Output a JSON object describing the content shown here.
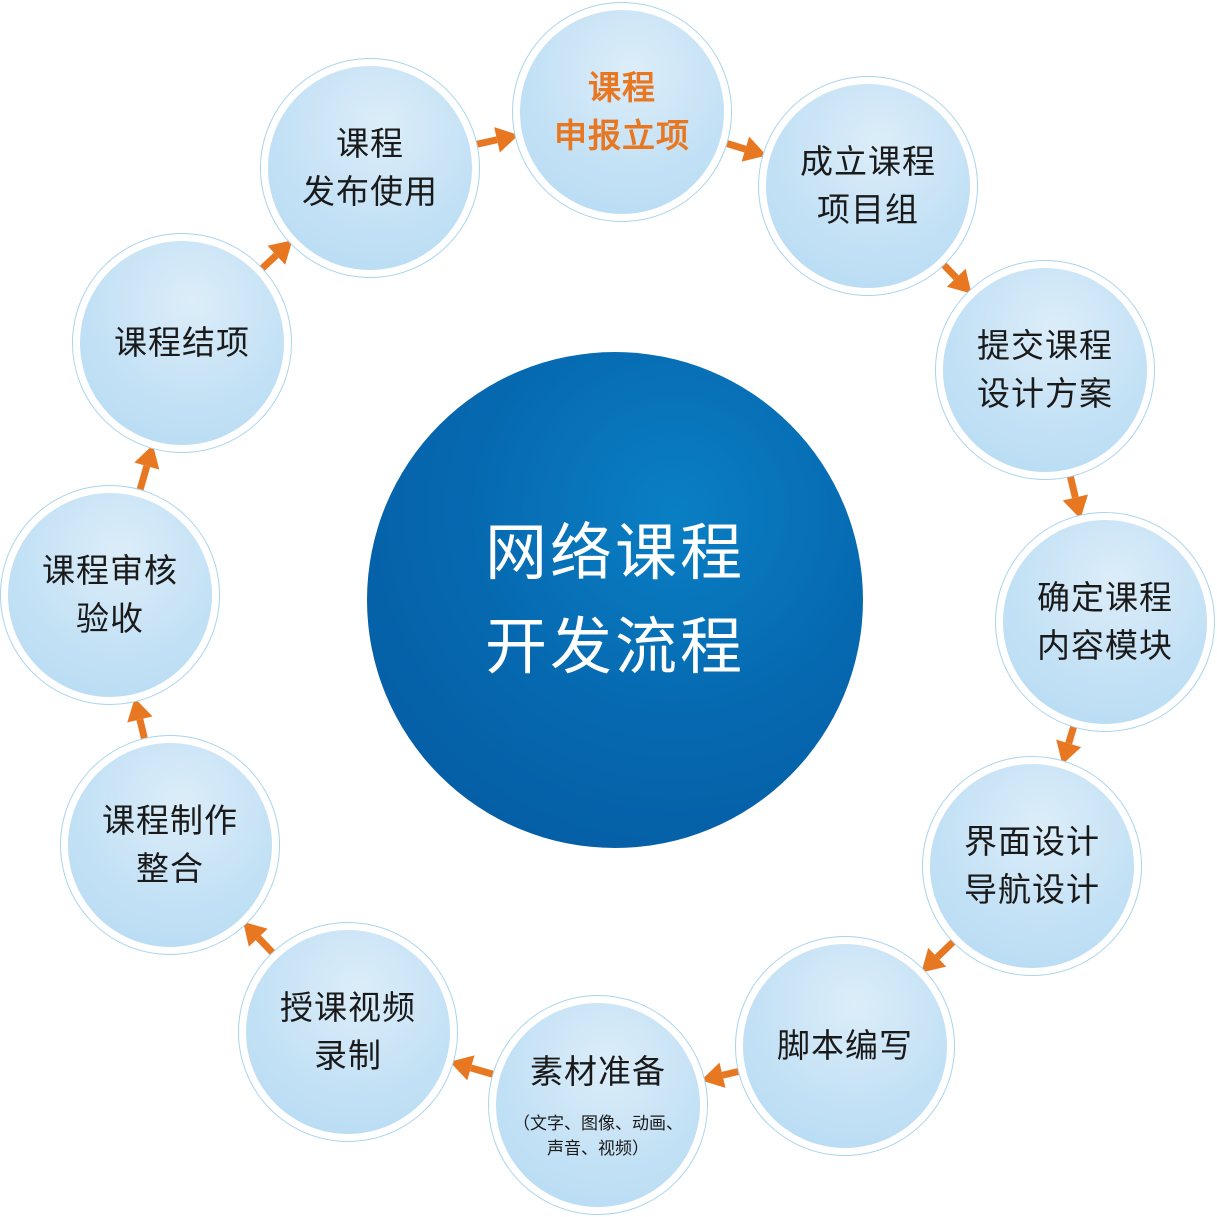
{
  "center": {
    "lines": [
      "网络课程",
      "开发流程"
    ]
  },
  "steps": [
    {
      "lines": [
        "课程",
        "申报立项"
      ],
      "highlight": true
    },
    {
      "lines": [
        "成立课程",
        "项目组"
      ]
    },
    {
      "lines": [
        "提交课程",
        "设计方案"
      ]
    },
    {
      "lines": [
        "确定课程",
        "内容模块"
      ]
    },
    {
      "lines": [
        "界面设计",
        "导航设计"
      ]
    },
    {
      "lines": [
        "脚本编写"
      ]
    },
    {
      "lines": [
        "素材准备"
      ],
      "note": [
        "（文字、图像、动画、",
        "声音、视频）"
      ]
    },
    {
      "lines": [
        "授课视频",
        "录制"
      ]
    },
    {
      "lines": [
        "课程制作",
        "整合"
      ]
    },
    {
      "lines": [
        "课程审核",
        "验收"
      ]
    },
    {
      "lines": [
        "课程结项"
      ]
    },
    {
      "lines": [
        "课程",
        "发布使用"
      ]
    }
  ],
  "colors": {
    "arrow": "#e87722",
    "highlight": "#e87722",
    "center": "#0669b0",
    "node": "#c3e1f5"
  }
}
